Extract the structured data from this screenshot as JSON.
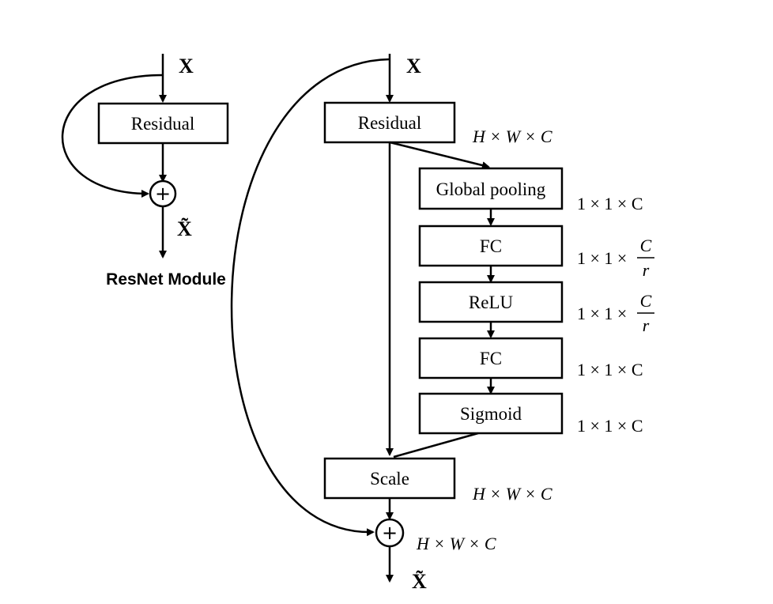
{
  "resnet": {
    "input_label": "X",
    "residual_label": "Residual",
    "output_label": "X̃",
    "caption": "ResNet Module"
  },
  "se": {
    "input_label": "X",
    "residual_label": "Residual",
    "residual_dim": "H × W × C",
    "pooling_label": "Global pooling",
    "pooling_dim": "1 × 1 × C",
    "fc1_label": "FC",
    "fc1_dim_prefix": "1 × 1 ×",
    "fc1_dim_num": "C",
    "fc1_dim_den": "r",
    "relu_label": "ReLU",
    "relu_dim_prefix": "1 × 1 ×",
    "relu_dim_num": "C",
    "relu_dim_den": "r",
    "fc2_label": "FC",
    "fc2_dim": "1 × 1 × C",
    "sigmoid_label": "Sigmoid",
    "sigmoid_dim": "1 × 1 × C",
    "scale_label": "Scale",
    "scale_dim": "H × W × C",
    "sum_dim": "H × W × C",
    "output_label": "X̃"
  },
  "sum_symbol": "+"
}
